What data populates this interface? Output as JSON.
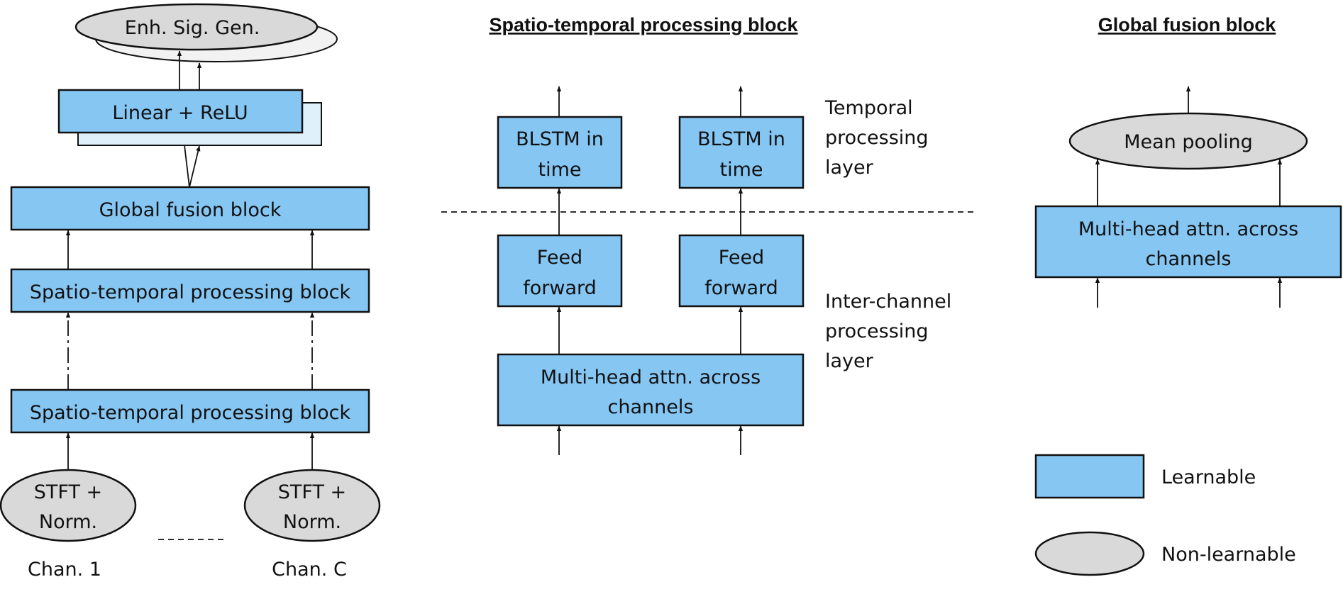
{
  "overall": {
    "enh_sig_gen": "Enh. Sig. Gen.",
    "linear_relu": "Linear + ReLU",
    "global_fusion": "Global fusion block",
    "st_block_top": "Spatio-temporal processing block",
    "st_block_bottom": "Spatio-temporal processing block",
    "stft_1": [
      "STFT +",
      "Norm."
    ],
    "stft_c": [
      "STFT +",
      "Norm."
    ],
    "chan_1": "Chan. 1",
    "chan_c": "Chan. C"
  },
  "st_detail": {
    "heading": "Spatio-temporal processing block",
    "blstm_left": [
      "BLSTM in",
      "time"
    ],
    "blstm_right": [
      "BLSTM in",
      "time"
    ],
    "ff_left": [
      "Feed",
      "forward"
    ],
    "ff_right": [
      "Feed",
      "forward"
    ],
    "mha": [
      "Multi-head attn. across",
      "channels"
    ],
    "temporal_layer": [
      "Temporal",
      "processing",
      "layer"
    ],
    "interchannel_layer": [
      "Inter-channel",
      "processing",
      "layer"
    ]
  },
  "gf_detail": {
    "heading": "Global fusion block",
    "mean_pooling": "Mean pooling",
    "mha": [
      "Multi-head attn. across",
      "channels"
    ]
  },
  "legend": {
    "learnable": "Learnable",
    "non_learnable": "Non-learnable"
  },
  "colors": {
    "learnable_fill": "#85c6f3",
    "non_learnable_fill": "#d9d9d9"
  }
}
